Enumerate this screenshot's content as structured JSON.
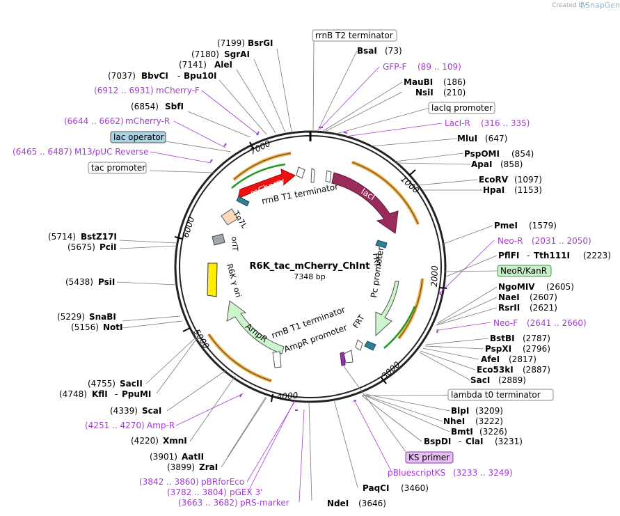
{
  "brand": {
    "created_by": "Created by",
    "app": "SnapGene"
  },
  "plasmid": {
    "name": "R6K_tac_mCherry_ChInt",
    "length_label": "7348 bp"
  },
  "ticks": [
    "1000",
    "2000",
    "3000",
    "4000",
    "5000",
    "6000",
    "7000"
  ],
  "sites_top_left": [
    {
      "pos": "(7199)",
      "name": "BsrGI"
    },
    {
      "pos": "(7180)",
      "name": "SgrAI"
    },
    {
      "pos": "(7141)",
      "name": "AleI"
    },
    {
      "pos": "(7037)",
      "name": "BbvCI",
      "name2": "Bpu10I"
    },
    {
      "pos": "(6854)",
      "name": "SbfI"
    }
  ],
  "primers_top_left": [
    {
      "pos": "(6912 .. 6931)",
      "name": "mCherry-F"
    },
    {
      "pos": "(6644 .. 6662)",
      "name": "mCherry-R"
    },
    {
      "pos": "(6465 .. 6487)",
      "name": "M13/pUC Reverse"
    }
  ],
  "boxes_left": {
    "lac_operator": "lac operator",
    "tac_promoter": "tac promoter"
  },
  "sites_left": [
    {
      "pos": "(5714)",
      "name": "BstZ17I"
    },
    {
      "pos": "(5675)",
      "name": "PciI"
    },
    {
      "pos": "(5438)",
      "name": "PsiI"
    },
    {
      "pos": "(5229)",
      "name": "SnaBI"
    },
    {
      "pos": "(5156)",
      "name": "NotI"
    },
    {
      "pos": "(4755)",
      "name": "SacII"
    },
    {
      "pos": "(4748)",
      "name": "KflI",
      "name2": "PpuMI"
    },
    {
      "pos": "(4339)",
      "name": "ScaI"
    },
    {
      "pos": "(4220)",
      "name": "XmnI"
    },
    {
      "pos": "(3901)",
      "name": "AatII"
    },
    {
      "pos": "(3899)",
      "name": "ZraI"
    }
  ],
  "primers_left": [
    {
      "pos": "(4251 .. 4270)",
      "name": "Amp-R"
    },
    {
      "pos": "(3842 .. 3860)",
      "name": "pBRforEco"
    },
    {
      "pos": "(3782 .. 3804)",
      "name": "pGEX 3'"
    },
    {
      "pos": "(3663 .. 3682)",
      "name": "pRS-marker"
    }
  ],
  "bottom": {
    "ndei": "NdeI",
    "ndei_pos": "(3646)",
    "paqci": "PaqCI",
    "paqci_pos": "(3460)"
  },
  "boxes_right": {
    "rrnb_t2": "rrnB T2 terminator",
    "laciq": "lacIq promoter",
    "neokan": "NeoR/KanR",
    "lambda": "lambda t0 terminator",
    "ks": "KS primer"
  },
  "sites_right": [
    {
      "name": "BsaI",
      "pos": "(73)"
    },
    {
      "name": "MauBI",
      "pos": "(186)"
    },
    {
      "name": "NsiI",
      "pos": "(210)"
    },
    {
      "name": "MluI",
      "pos": "(647)"
    },
    {
      "name": "PspOMI",
      "pos": "(854)"
    },
    {
      "name": "ApaI",
      "pos": "(858)"
    },
    {
      "name": "EcoRV",
      "pos": "(1097)"
    },
    {
      "name": "HpaI",
      "pos": "(1153)"
    },
    {
      "name": "PmeI",
      "pos": "(1579)"
    },
    {
      "name": "PflFI",
      "name2": "Tth111I",
      "pos": "(2223)"
    },
    {
      "name": "NgoMIV",
      "pos": "(2605)"
    },
    {
      "name": "NaeI",
      "pos": "(2607)"
    },
    {
      "name": "RsrII",
      "pos": "(2621)"
    },
    {
      "name": "BstBI",
      "pos": "(2787)"
    },
    {
      "name": "PspXI",
      "pos": "(2796)"
    },
    {
      "name": "AfeI",
      "pos": "(2817)"
    },
    {
      "name": "Eco53kI",
      "pos": "(2887)"
    },
    {
      "name": "SacI",
      "pos": "(2889)"
    },
    {
      "name": "BlpI",
      "pos": "(3209)"
    },
    {
      "name": "BmtI",
      "pos": "(3226)"
    },
    {
      "name": "BspDI",
      "name2": "ClaI",
      "pos": "(3231)"
    }
  ],
  "sites_right_nhei": {
    "name": "NheI",
    "pos": "(3222)"
  },
  "primers_right": [
    {
      "name": "GFP-F",
      "pos": "(89 .. 109)"
    },
    {
      "name": "LacI-R",
      "pos": "(316 .. 335)"
    },
    {
      "name": "Neo-R",
      "pos": "(2031 .. 2050)"
    },
    {
      "name": "Neo-F",
      "pos": "(2641 .. 2660)"
    },
    {
      "name": "pBluescriptKS",
      "pos": "(3233 .. 3249)"
    }
  ],
  "features": {
    "mcherry": "mCherry",
    "laci": "lacI",
    "rrnb_t1_top": "rrnB T1 terminator",
    "tn7l": "Tn7L",
    "orit": "oriT",
    "r6k": "R6K γ ori",
    "ampr": "AmpR",
    "ampr_promoter": "AmpR promoter",
    "rrnb_t1_bottom": "rrnB T1 terminator",
    "frt_top": "FRT",
    "frt_bottom": "FRT",
    "pc_promoter": "Pc promoter"
  },
  "colors": {
    "mcherry": "#ee1111",
    "laci": "#9a2c5c",
    "ampr": "#cdf5cd",
    "r6k": "#ffee00",
    "tn7l": "#fcd9b8",
    "orit": "#a0a6ad",
    "frt": "#2f7f96",
    "primer": "#a33bd6",
    "orf_orange": "#f0b24a",
    "orf_green": "#1f9a1f"
  }
}
